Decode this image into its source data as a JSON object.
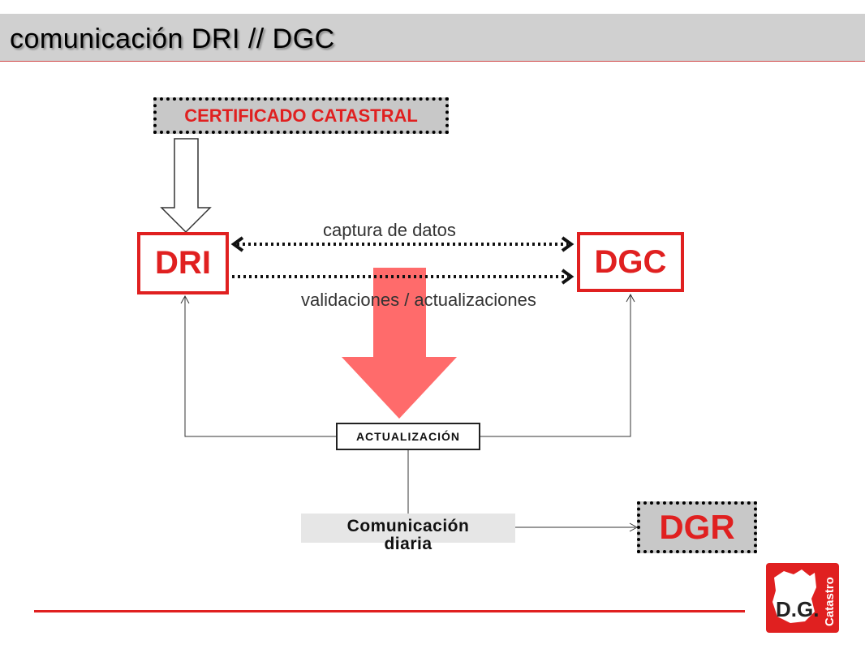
{
  "slide": {
    "title": "comunicación DRI // DGC"
  },
  "diagram": {
    "certificado": "CERTIFICADO CATASTRAL",
    "dri": "DRI",
    "dgc": "DGC",
    "captura_label": "captura de datos",
    "validaciones_label": "validaciones / actualizaciones",
    "actualizacion": "ACTUALIZACIÓN",
    "comunicacion_line1": "Comunicación",
    "comunicacion_line2": "diaria",
    "dgr": "DGR"
  },
  "logo": {
    "text_main": "D.G.",
    "text_side": "Catastro"
  },
  "colors": {
    "accent_red": "#e02020",
    "big_arrow": "#ff6b6b",
    "title_bar": "#d0d0d0"
  }
}
